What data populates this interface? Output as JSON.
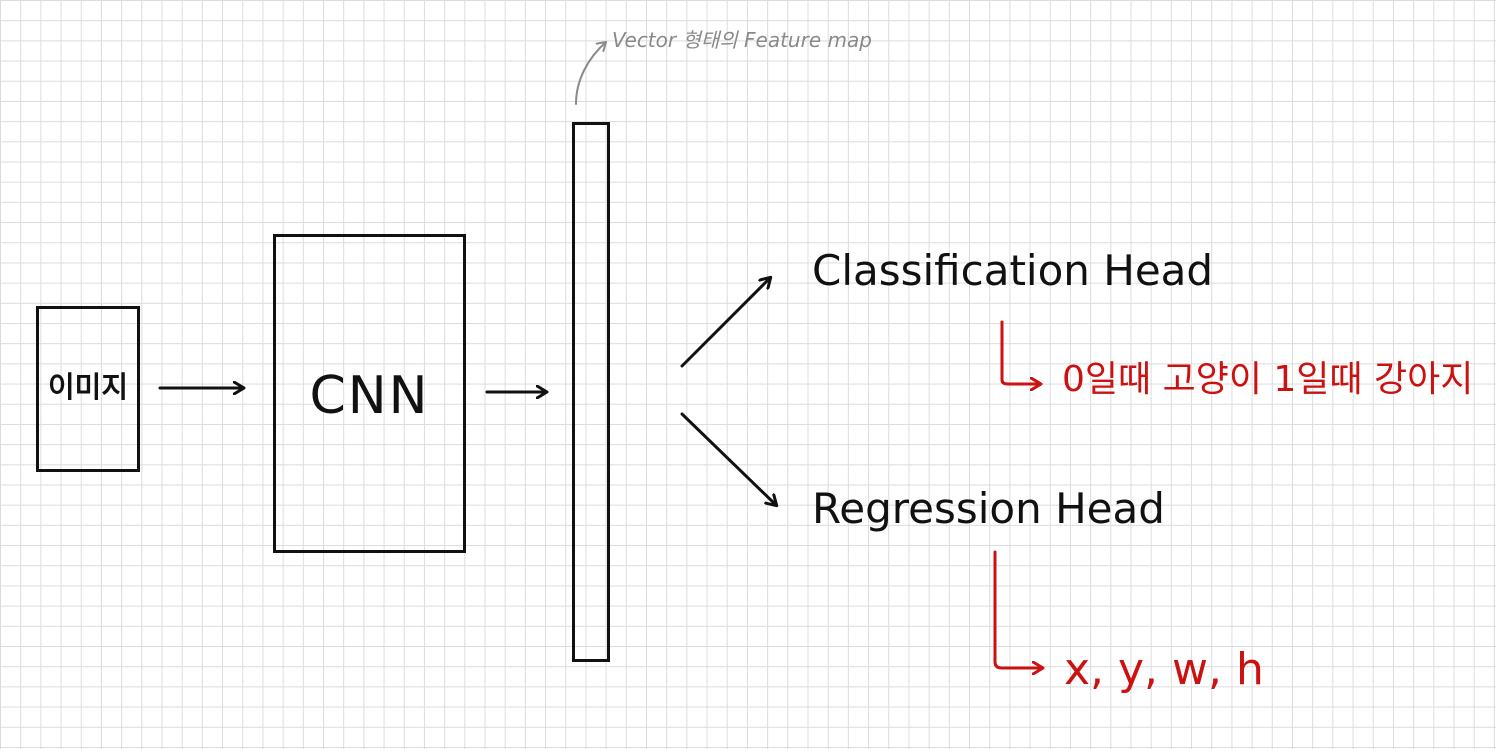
{
  "input": {
    "label": "이미지"
  },
  "cnn": {
    "label": "CNN"
  },
  "feature_map": {
    "note": "Vector 형태의 Feature map"
  },
  "classification": {
    "head_label": "Classification Head",
    "output_note": "0일때 고양이 1일때 강아지"
  },
  "regression": {
    "head_label": "Regression Head",
    "output_note": "x, y, w, h"
  },
  "colors": {
    "ink": "#111111",
    "annotation_red": "#cc1111",
    "note_gray": "#8a8a8a",
    "grid": "#dcdcdc"
  }
}
